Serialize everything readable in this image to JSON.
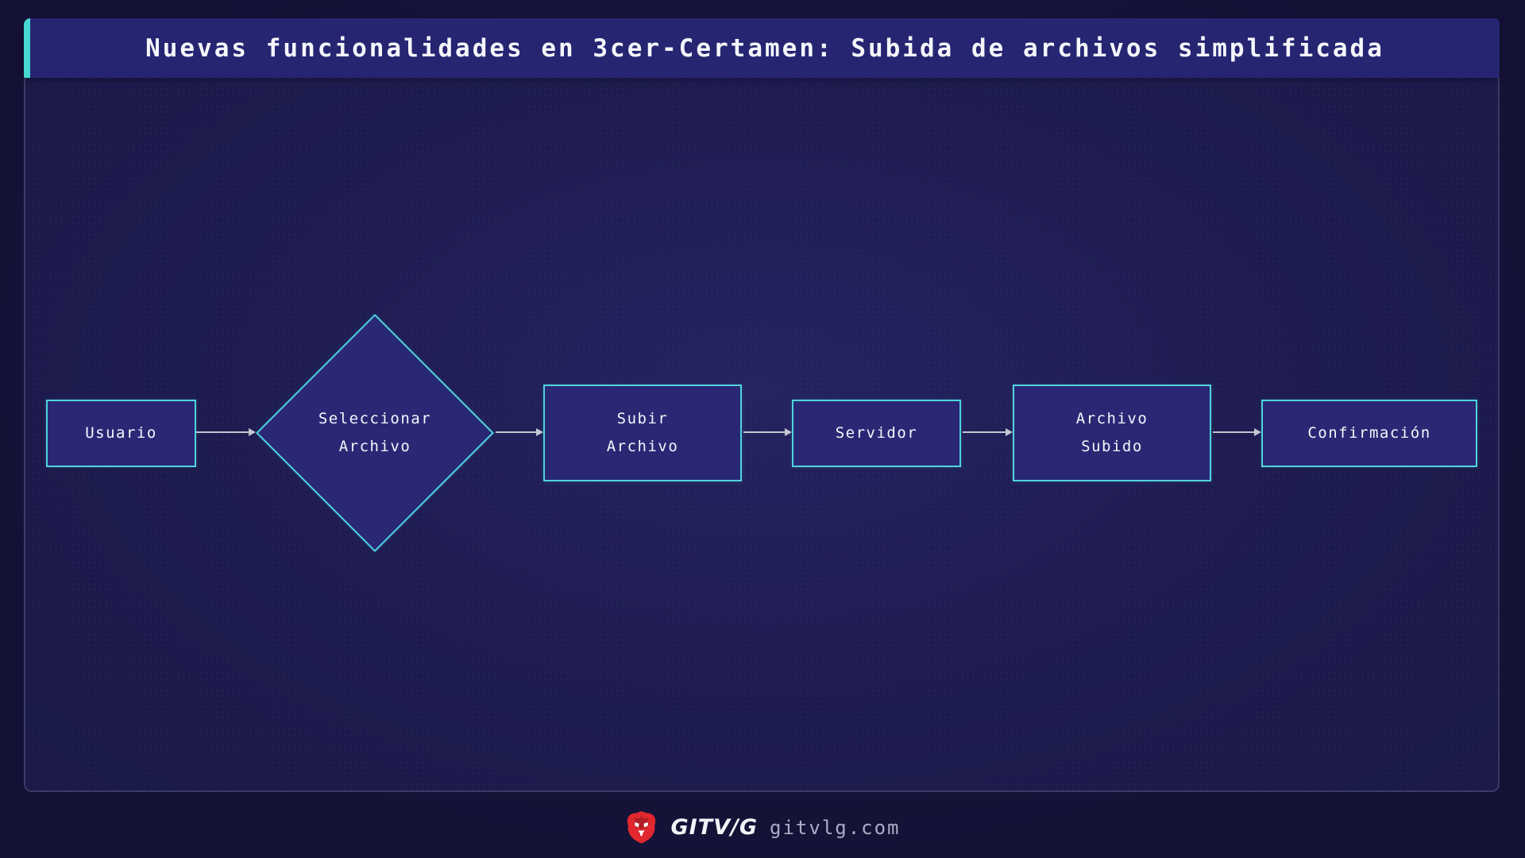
{
  "header": {
    "title": "Nuevas funcionalidades en 3cer-Certamen: Subida de archivos simplificada"
  },
  "flowchart": {
    "type": "flowchart",
    "direction": "left-to-right",
    "nodes": [
      {
        "id": "usuario",
        "shape": "rectangle",
        "lines": [
          "Usuario"
        ]
      },
      {
        "id": "seleccionar-archivo",
        "shape": "diamond",
        "lines": [
          "Seleccionar",
          "Archivo"
        ]
      },
      {
        "id": "subir-archivo",
        "shape": "rectangle",
        "lines": [
          "Subir",
          "Archivo"
        ]
      },
      {
        "id": "servidor",
        "shape": "rectangle",
        "lines": [
          "Servidor"
        ]
      },
      {
        "id": "archivo-subido",
        "shape": "rectangle",
        "lines": [
          "Archivo",
          "Subido"
        ]
      },
      {
        "id": "confirmacion",
        "shape": "rectangle",
        "lines": [
          "Confirmación"
        ]
      }
    ],
    "edges": [
      {
        "from": "usuario",
        "to": "seleccionar-archivo"
      },
      {
        "from": "seleccionar-archivo",
        "to": "subir-archivo"
      },
      {
        "from": "subir-archivo",
        "to": "servidor"
      },
      {
        "from": "servidor",
        "to": "archivo-subido"
      },
      {
        "from": "archivo-subido",
        "to": "confirmacion"
      }
    ]
  },
  "footer": {
    "brand": "GITV/G",
    "domain": "gitvlg.com",
    "logo": "lion-icon"
  },
  "colors": {
    "page-bg": "#141136",
    "panel-bg": "#1e1c50",
    "panel-border": "#3c3b66",
    "titlebar-bg": "#262572",
    "accent-teal": "#45d8d2",
    "node-fill": "#2a2875",
    "node-border": "#4fd4de",
    "arrow": "#c6c6d2",
    "text": "#f5f6fa",
    "domain-text": "#a9aec6",
    "logo-red": "#e0282e"
  }
}
